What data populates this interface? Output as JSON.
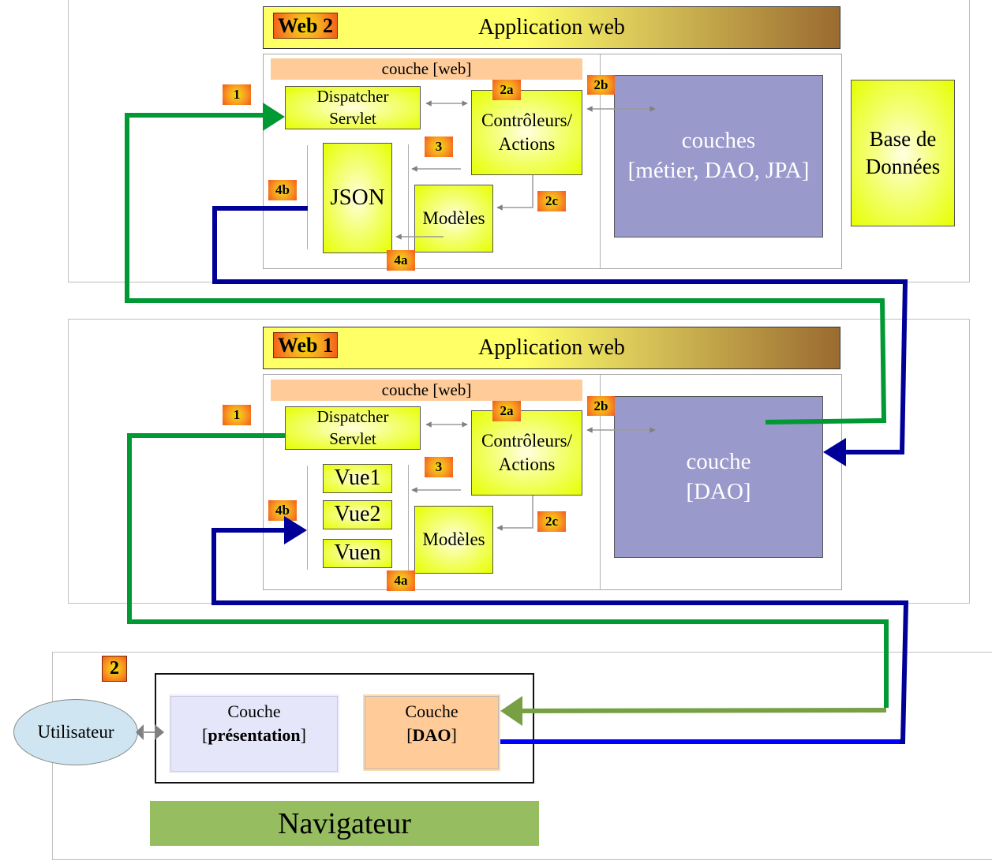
{
  "colors": {
    "request_line": "#009933",
    "response_line": "#000099",
    "response_line_bright": "#0000ff",
    "request_final": "#77a044",
    "internal_arrow": "#808080",
    "yellow_box": "#e6ff00",
    "purple_box": "#9999cc",
    "couche_web": "#ffcc99",
    "navigateur": "#96bd5f",
    "utilisateur": "#cfe6f2"
  },
  "web2": {
    "tag": "Web 2",
    "title": "Application web",
    "couche_web": "couche [web]",
    "dispatcher": [
      "Dispatcher",
      "Servlet"
    ],
    "controleurs": [
      "Contrôleurs/",
      "Actions"
    ],
    "vue": "JSON",
    "modeles": "Modèles",
    "couches": [
      "couches",
      "[métier, DAO, JPA]"
    ],
    "bdd": [
      "Base de",
      "Données"
    ],
    "steps": {
      "s1": "1",
      "s2a": "2a",
      "s2b": "2b",
      "s2c": "2c",
      "s3": "3",
      "s4a": "4a",
      "s4b": "4b"
    }
  },
  "web1": {
    "tag": "Web 1",
    "title": "Application web",
    "couche_web": "couche [web]",
    "dispatcher": [
      "Dispatcher",
      "Servlet"
    ],
    "controleurs": [
      "Contrôleurs/",
      "Actions"
    ],
    "vues": [
      "Vue1",
      "Vue2",
      "Vuen"
    ],
    "modeles": "Modèles",
    "couche_dao": [
      "couche",
      "[DAO]"
    ],
    "steps": {
      "s1": "1",
      "s2a": "2a",
      "s2b": "2b",
      "s2c": "2c",
      "s3": "3",
      "s4a": "4a",
      "s4b": "4b"
    }
  },
  "browser": {
    "step": "2",
    "utilisateur": "Utilisateur",
    "presentation": {
      "line1": "Couche",
      "line2_open": "[",
      "line2_bold": "présentation",
      "line2_close": "]"
    },
    "dao": {
      "line1": "Couche",
      "line2_open": "[",
      "line2_bold": "DAO",
      "line2_close": "]"
    },
    "navigateur": "Navigateur"
  }
}
